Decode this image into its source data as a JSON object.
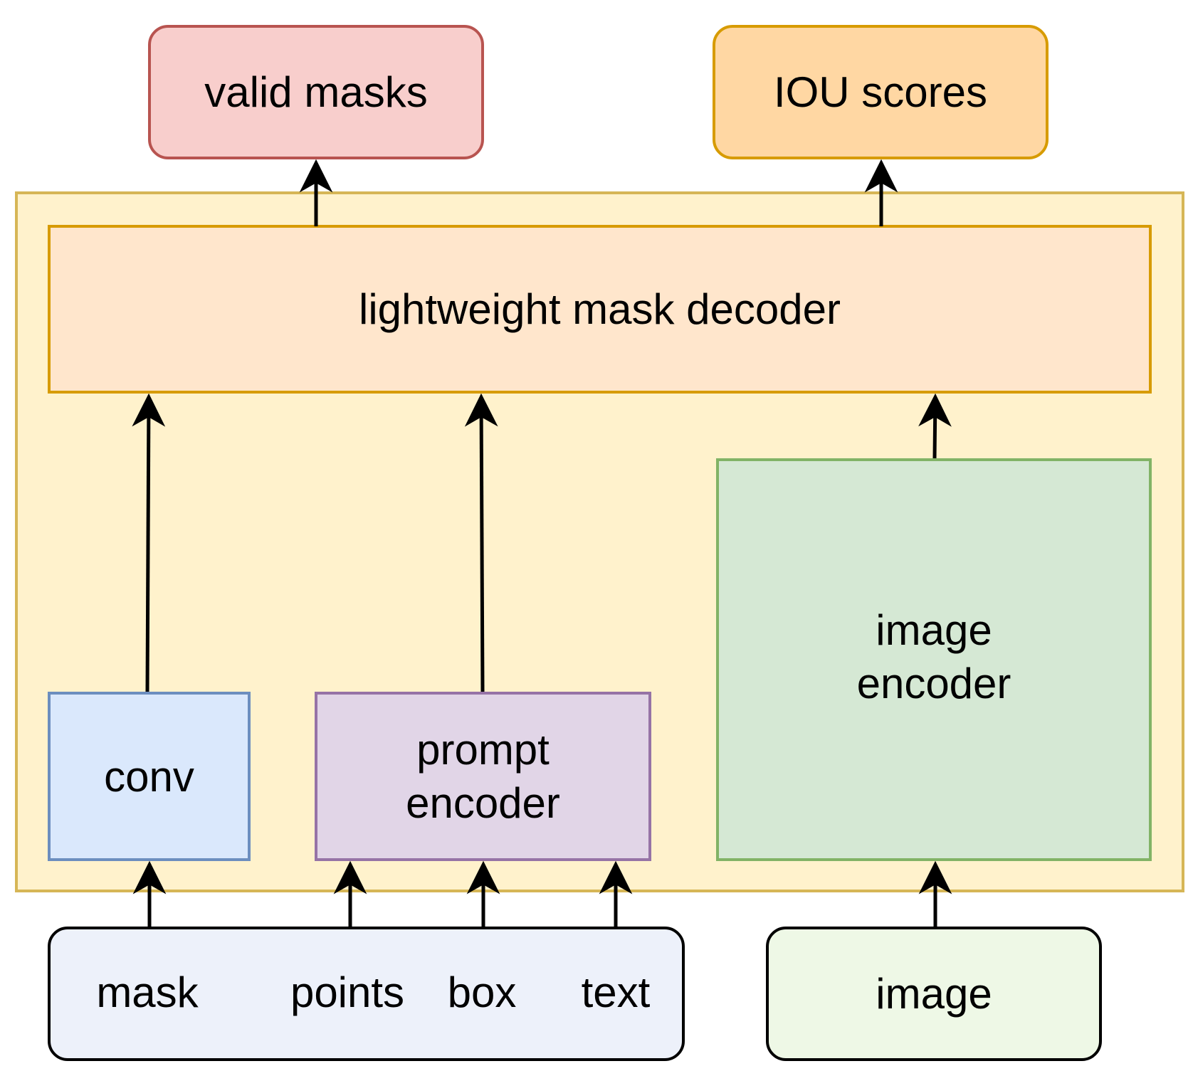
{
  "nodes": {
    "valid_masks": "valid masks",
    "iou_scores": "IOU scores",
    "decoder": "lightweight mask decoder",
    "conv": "conv",
    "prompt_encoder": [
      "prompt",
      "encoder"
    ],
    "image_encoder": [
      "image",
      "encoder"
    ],
    "prompt_inputs": [
      "mask",
      "points",
      "box",
      "text"
    ],
    "image_input": "image"
  },
  "colors": {
    "container_fill": "#fff2cc",
    "container_stroke": "#d6b656",
    "valid_masks_fill": "#f8cecc",
    "valid_masks_stroke": "#b85450",
    "iou_scores_fill": "#ffd7a3",
    "iou_scores_stroke": "#d79b00",
    "decoder_fill": "#ffe6cc",
    "decoder_stroke": "#d79b00",
    "conv_fill": "#dae8fc",
    "conv_stroke": "#6c8ebf",
    "prompt_encoder_fill": "#e1d5e7",
    "prompt_encoder_stroke": "#9673a6",
    "image_encoder_fill": "#d5e8d4",
    "image_encoder_stroke": "#82b366",
    "prompt_inputs_fill": "#edf1fa",
    "image_input_fill": "#eef8e6",
    "arrow": "#000000"
  }
}
